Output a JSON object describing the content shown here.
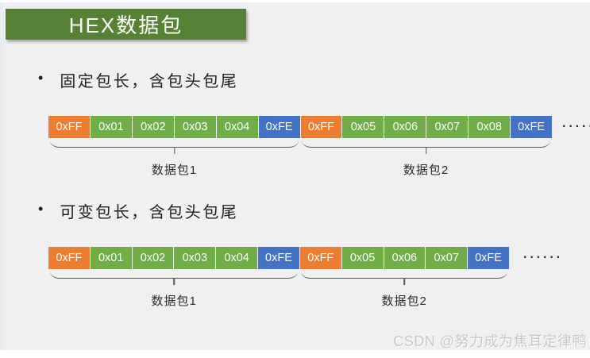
{
  "slide": {
    "background": "#f0f0f0",
    "watermark": "CSDN @努力成为焦耳定律鸭"
  },
  "title": {
    "text": "HEX数据包",
    "background": "#568235",
    "color": "#ffffff"
  },
  "colors": {
    "header": "#ED7D31",
    "data": "#70AD47",
    "tail": "#4472C4"
  },
  "sections": [
    {
      "bullet": "•",
      "heading": "固定包长，含包头包尾",
      "ellipsis": "······",
      "cells": [
        {
          "label": "0xFF",
          "role": "header"
        },
        {
          "label": "0x01",
          "role": "data"
        },
        {
          "label": "0x02",
          "role": "data"
        },
        {
          "label": "0x03",
          "role": "data"
        },
        {
          "label": "0x04",
          "role": "data"
        },
        {
          "label": "0xFE",
          "role": "tail"
        },
        {
          "label": "0xFF",
          "role": "header"
        },
        {
          "label": "0x05",
          "role": "data"
        },
        {
          "label": "0x06",
          "role": "data"
        },
        {
          "label": "0x07",
          "role": "data"
        },
        {
          "label": "0x08",
          "role": "data"
        },
        {
          "label": "0xFE",
          "role": "tail"
        }
      ],
      "groups": [
        {
          "label": "数据包1",
          "span": 6
        },
        {
          "label": "数据包2",
          "span": 6
        }
      ]
    },
    {
      "bullet": "•",
      "heading": "可变包长，含包头包尾",
      "ellipsis": "······",
      "cells": [
        {
          "label": "0xFF",
          "role": "header"
        },
        {
          "label": "0x01",
          "role": "data"
        },
        {
          "label": "0x02",
          "role": "data"
        },
        {
          "label": "0x03",
          "role": "data"
        },
        {
          "label": "0x04",
          "role": "data"
        },
        {
          "label": "0xFE",
          "role": "tail"
        },
        {
          "label": "0xFF",
          "role": "header"
        },
        {
          "label": "0x05",
          "role": "data"
        },
        {
          "label": "0x06",
          "role": "data"
        },
        {
          "label": "0x07",
          "role": "data"
        },
        {
          "label": "0xFE",
          "role": "tail"
        }
      ],
      "groups": [
        {
          "label": "数据包1",
          "span": 6
        },
        {
          "label": "数据包2",
          "span": 5
        }
      ]
    }
  ]
}
